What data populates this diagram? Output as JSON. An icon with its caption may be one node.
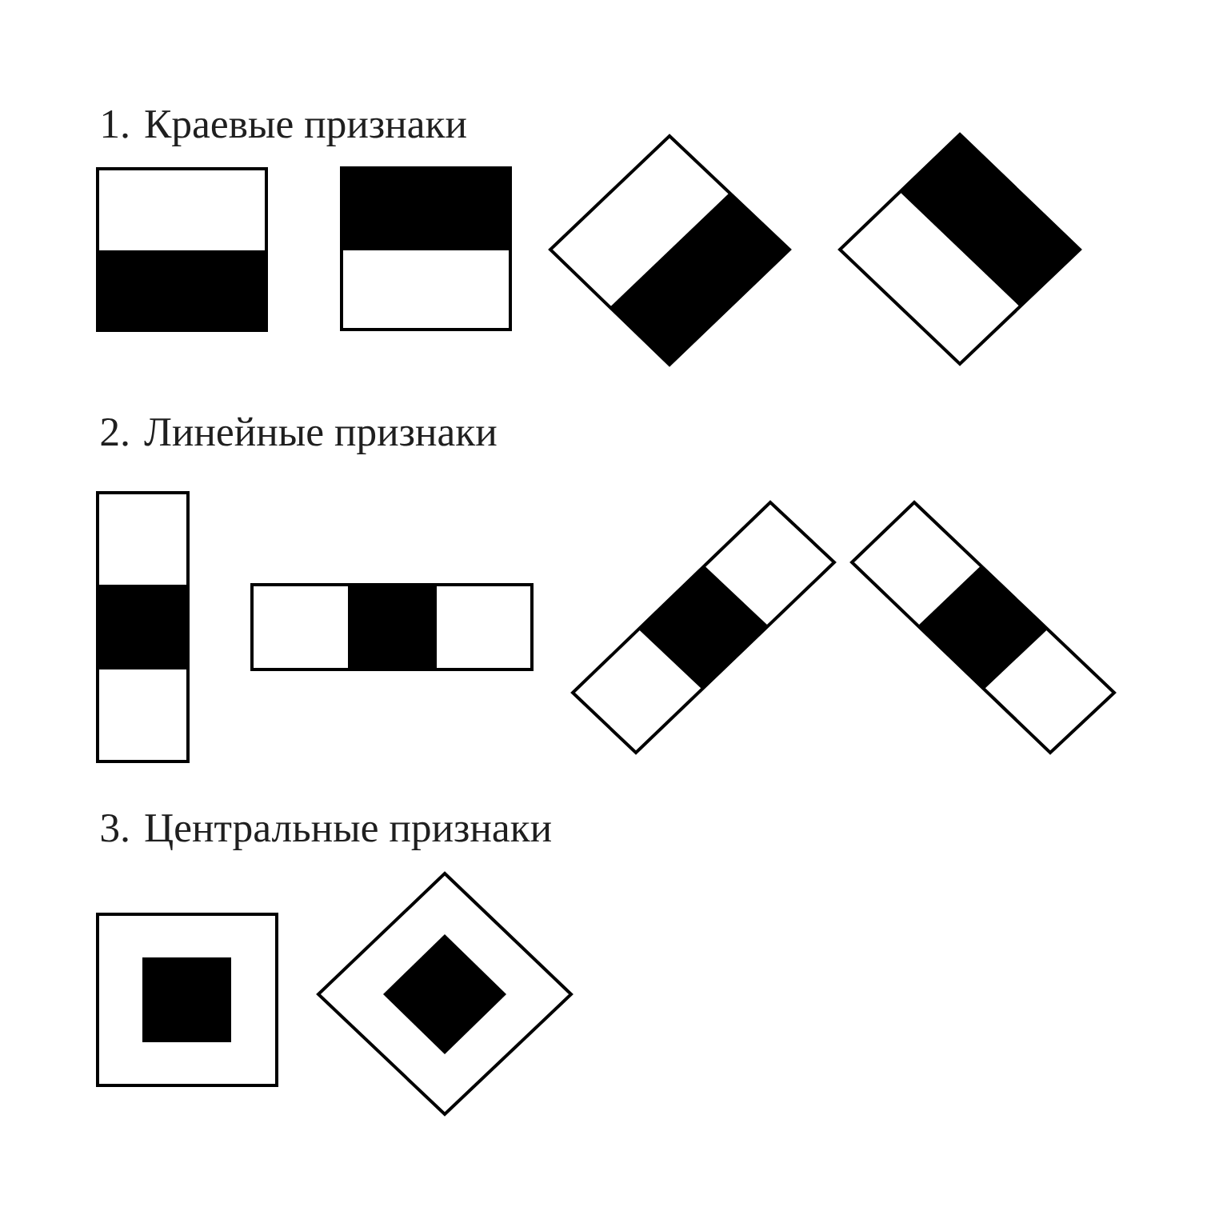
{
  "diagram": {
    "labels": [
      "1. Краевые признаки",
      "2. Линейные признаки",
      "3. Центральные признаки"
    ]
  }
}
